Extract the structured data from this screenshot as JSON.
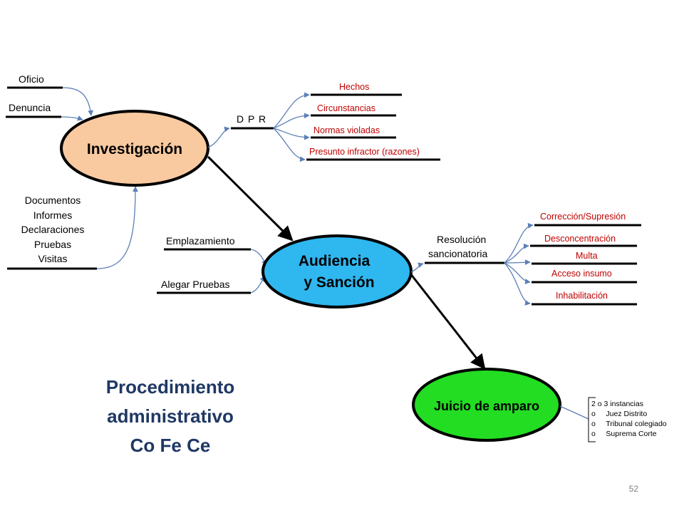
{
  "diagram": {
    "inputs_left": {
      "oficio": "Oficio",
      "denuncia": "Denuncia",
      "evidence_lines": [
        "Documentos",
        "Informes",
        "Declaraciones",
        "Pruebas",
        "Visitas"
      ],
      "emplazamiento": "Emplazamiento",
      "alegar_pruebas": "Alegar Pruebas"
    },
    "nodes": {
      "investigacion": "Investigación",
      "audiencia_line1": "Audiencia",
      "audiencia_line2": "y Sanción",
      "juicio": "Juicio de amparo"
    },
    "dpr": {
      "label": "D P R",
      "items": [
        "Hechos",
        "Circunstancias",
        "Normas violadas",
        "Presunto infractor (razones)"
      ]
    },
    "resolucion": {
      "label_line1": "Resolución",
      "label_line2": "sancionatoria",
      "items": [
        "Corrección/Supresión",
        "Desconcentración",
        "Multa",
        "Acceso insumo",
        "Inhabilitación"
      ]
    },
    "amparo_box": {
      "lines": [
        "2 o 3 instancias",
        "o     Juez Distrito",
        "o     Tribunal colegiado",
        "o     Suprema Corte"
      ]
    },
    "colors": {
      "investigacion_fill": "#f9c9a0",
      "audiencia_fill": "#2fb7f0",
      "juicio_fill": "#22dd22",
      "connector": "#5b7fb6",
      "red_text": "#c00000",
      "title": "#1f3864"
    }
  },
  "title": {
    "line1": "Procedimiento",
    "line2": "administrativo",
    "line3": "Co Fe Ce"
  },
  "page_number": "52"
}
